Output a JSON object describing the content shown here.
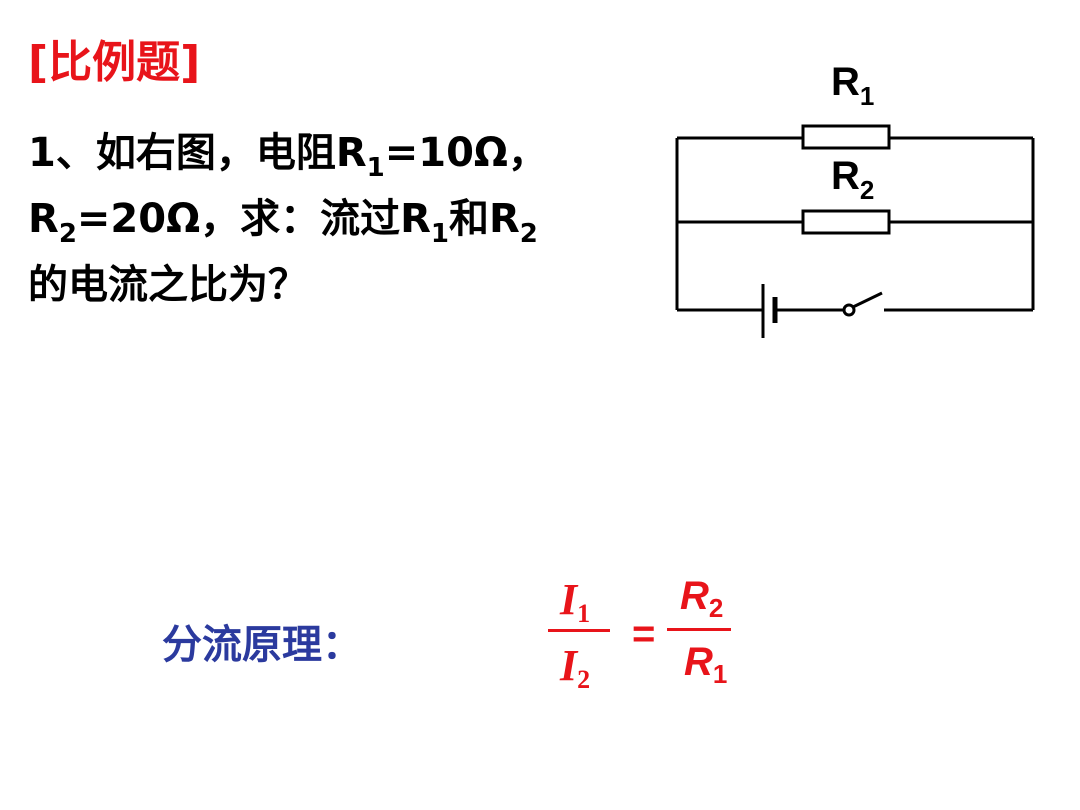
{
  "heading": "[比例题]",
  "problem": {
    "l1_a": "1、如右图，电阻R",
    "l1_sub": "1",
    "l1_b": "=10Ω，",
    "l2_a": "R",
    "l2_sub1": "2",
    "l2_b": "=20Ω，求：流过R",
    "l2_sub2": "1",
    "l2_c": "和R",
    "l2_sub3": "2",
    "l3": "的电流之比为？"
  },
  "circuit": {
    "r1_label": "R",
    "r1_sub": "1",
    "r2_label": "R",
    "r2_sub": "2"
  },
  "principle": {
    "label": "分流原理：",
    "left_num": "I",
    "left_num_sub": "1",
    "left_den": "I",
    "left_den_sub": "2",
    "equals": "=",
    "right_num": "R",
    "right_num_sub": "2",
    "right_den": "R",
    "right_den_sub": "1"
  },
  "colors": {
    "heading": "#e8141a",
    "formula": "#e8141a",
    "principle_label": "#2b3a9e",
    "text": "#000000"
  }
}
